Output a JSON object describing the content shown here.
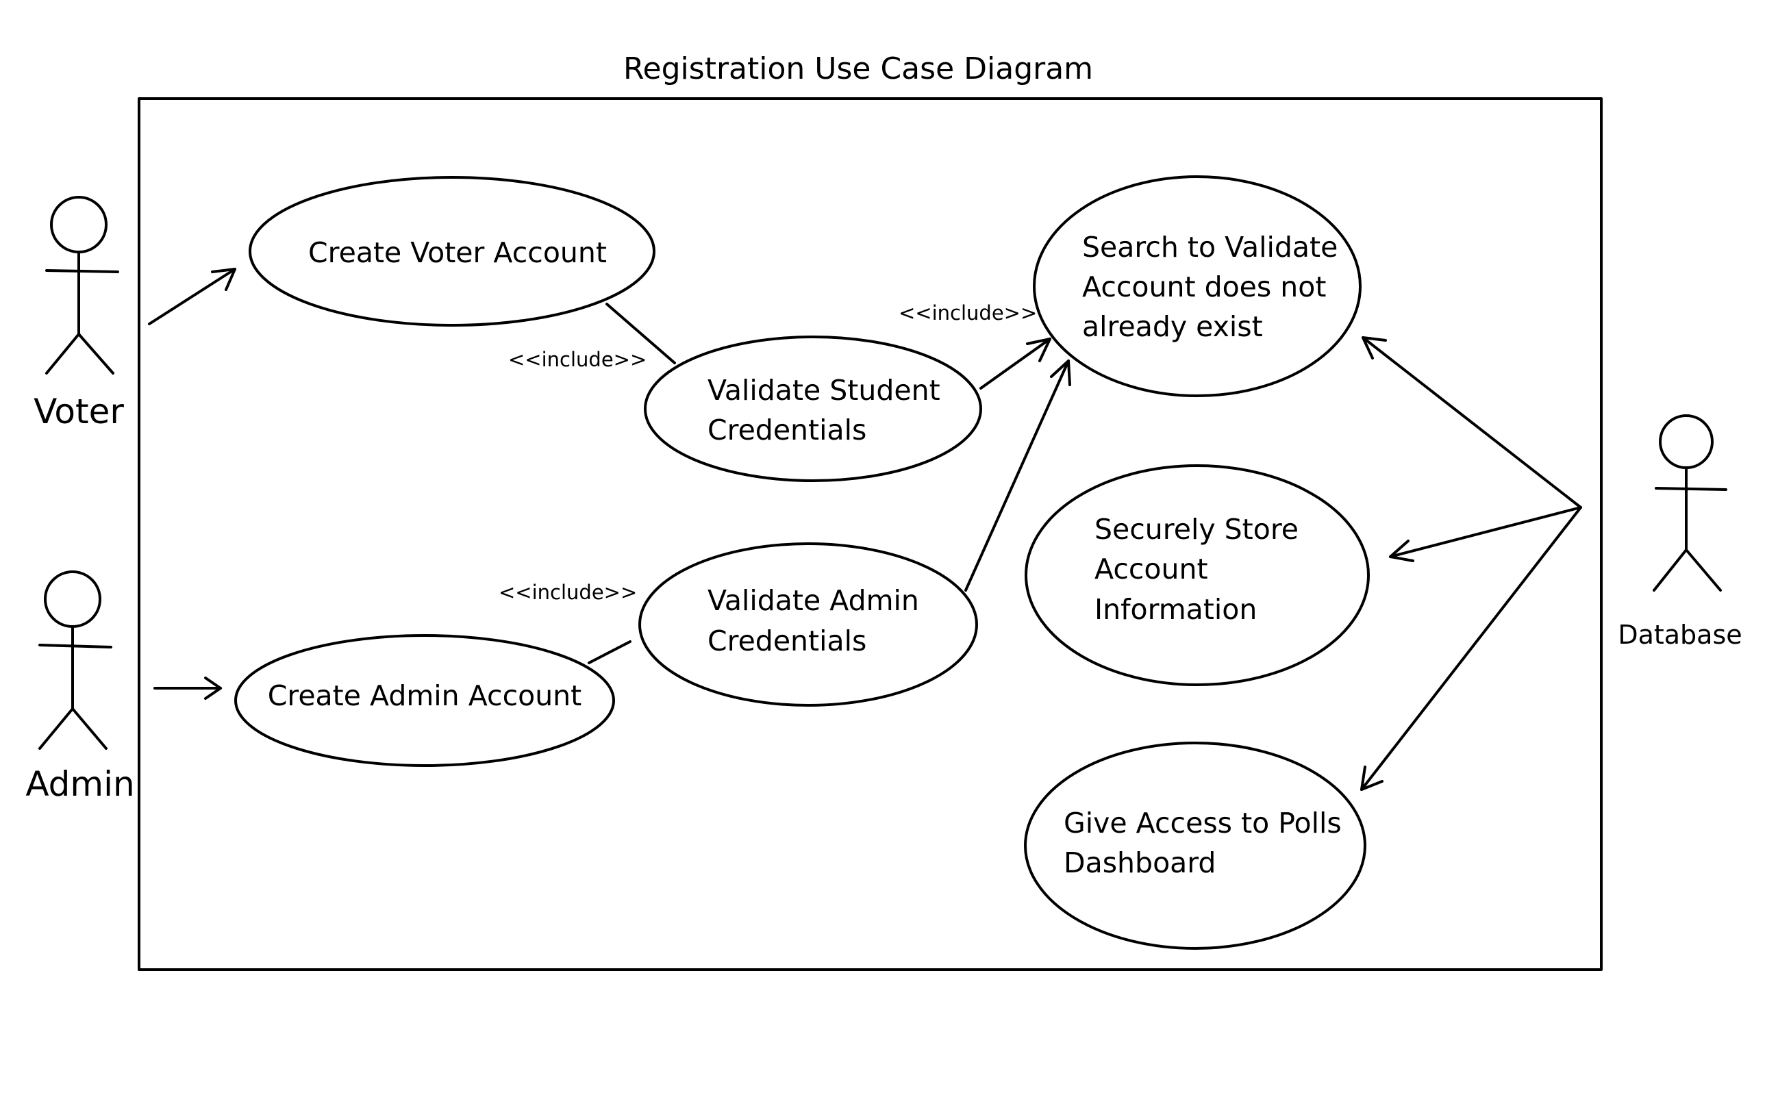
{
  "diagram": {
    "title": "Registration Use Case Diagram",
    "actors": {
      "voter": "Voter",
      "admin": "Admin",
      "database": "Database"
    },
    "use_cases": {
      "create_voter_account": "Create Voter Account",
      "validate_student_credentials": [
        "Validate Student",
        "Credentials"
      ],
      "search_validate_account": [
        "Search to Validate",
        "Account does not",
        "already exist"
      ],
      "create_admin_account": "Create Admin Account",
      "validate_admin_credentials": [
        "Validate Admin",
        "Credentials"
      ],
      "securely_store_account": [
        "Securely Store",
        "Account",
        "Information"
      ],
      "give_access_polls": [
        "Give Access to Polls",
        "Dashboard"
      ]
    },
    "stereotypes": {
      "include_voter": "<<include>>",
      "include_search": "<<include>>",
      "include_admin": "<<include>>"
    }
  }
}
